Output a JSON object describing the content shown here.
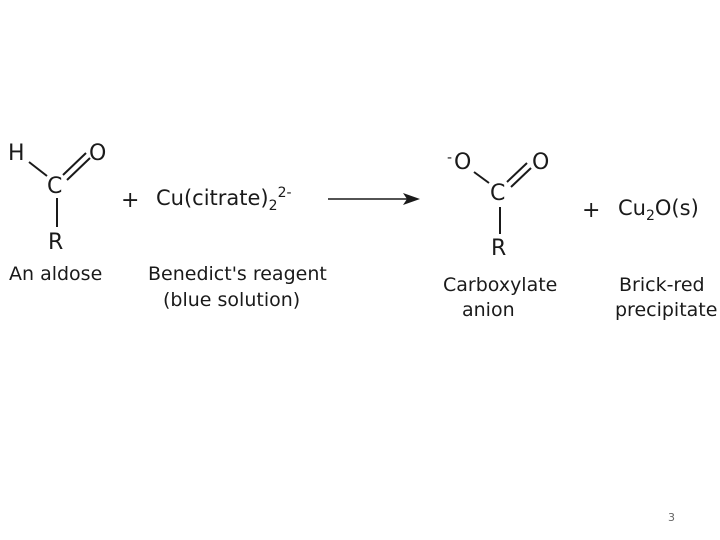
{
  "aldose": {
    "atom_h": "H",
    "atom_c": "C",
    "atom_o": "O",
    "atom_r": "R",
    "label": "An aldose"
  },
  "plus_sign": "+",
  "reagent": {
    "formula_main": "Cu(citrate)",
    "formula_sub": "2",
    "formula_charge": "2-",
    "label_line1": "Benedict's reagent",
    "label_line2": "(blue solution)"
  },
  "carboxylate": {
    "charge": "-",
    "atom_o1": "O",
    "atom_c": "C",
    "atom_o2": "O",
    "atom_r": "R",
    "label_line1": "Carboxylate",
    "label_line2": "anion"
  },
  "precipitate": {
    "formula_cu": "Cu",
    "formula_sub": "2",
    "formula_rest": "O(s)",
    "label_line1": "Brick-red",
    "label_line2": "precipitate"
  },
  "page_number": "3"
}
